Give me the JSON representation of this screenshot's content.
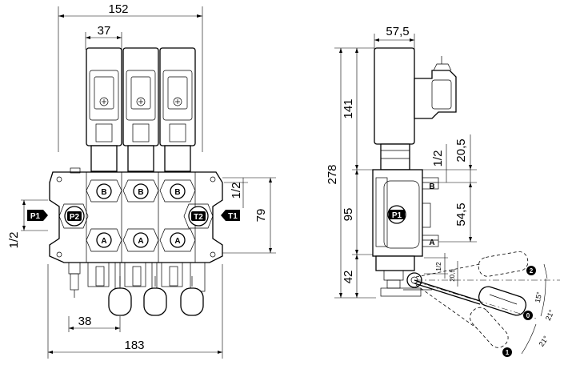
{
  "front_view": {
    "dims": {
      "overall_width": "152",
      "solenoid_width": "37",
      "port_spacing": "79",
      "port_half": "1/2",
      "side_half": "1/2",
      "lever_offset": "38",
      "base_width": "183"
    },
    "ports": {
      "top": [
        "B",
        "B",
        "B"
      ],
      "bottom": [
        "A",
        "A",
        "A"
      ],
      "p2": "P2",
      "t2": "T2",
      "p1_tag": "P1",
      "t1_tag": "T1"
    }
  },
  "side_view": {
    "dims": {
      "width": "57,5",
      "height_total": "278",
      "solenoid_height": "141",
      "body_height": "95",
      "bottom_height": "42",
      "port_b_offset": "20,5",
      "port_b_size": "1/2",
      "ab_spacing": "54,5",
      "lever_small_half": "1/2",
      "lever_small_offset": "20,5"
    },
    "ports": {
      "b": "B",
      "a": "A",
      "p1": "P1"
    },
    "lever": {
      "angle_up": "15°",
      "angle_down1": "21°",
      "angle_down2": "21°",
      "pos_1": "1",
      "pos_2": "2",
      "pos_0": "0"
    }
  }
}
